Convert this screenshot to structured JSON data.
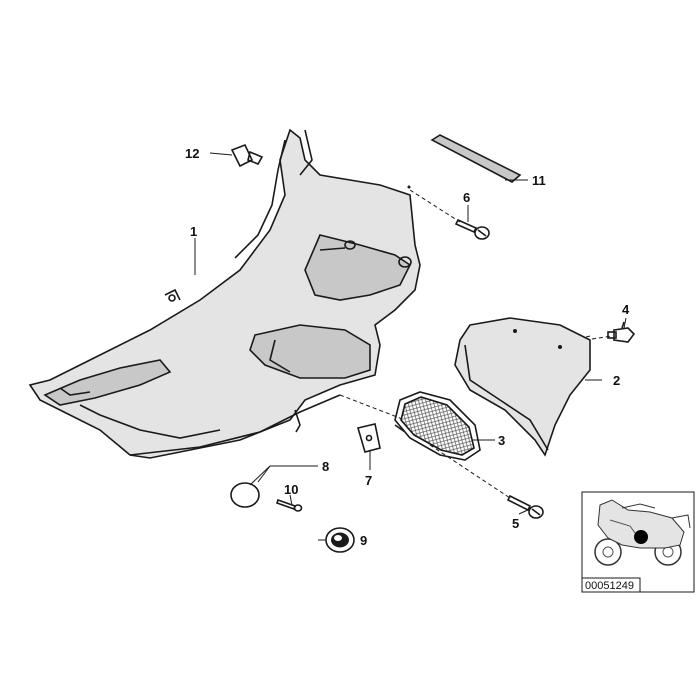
{
  "callouts": {
    "c1": "1",
    "c2": "2",
    "c3": "3",
    "c4": "4",
    "c5": "5",
    "c6": "6",
    "c7": "7",
    "c8": "8",
    "c9": "9",
    "c10": "10",
    "c11": "11",
    "c12": "12"
  },
  "inset": {
    "reference_number": "00051249"
  },
  "colors": {
    "line": "#1a1a1a",
    "shade_light": "#e4e4e4",
    "shade_mid": "#c8c8c8",
    "inset_highlight": "#000000"
  },
  "icons": {
    "inset_marker": "black-dot-icon",
    "motorcycle": "motorcycle-silhouette-icon"
  }
}
